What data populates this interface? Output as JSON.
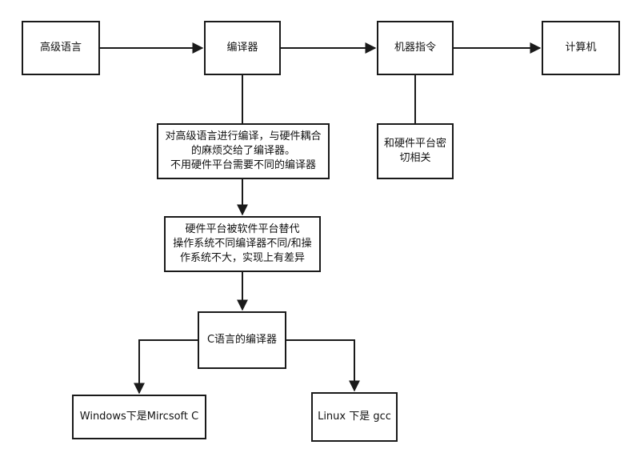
{
  "nodes": {
    "high_level": "高级语言",
    "compiler": "编译器",
    "machine_code": "机器指令",
    "computer": "计算机",
    "note_compiler": "对高级语言进行编译，与硬件耦合\n的麻烦交给了编译器。\n不用硬件平台需要不同的编译器",
    "note_hardware": "和硬件平台密\n切相关",
    "note_platform": "硬件平台被软件平台替代\n操作系统不同编译器不同/和操\n作系统不大，实现上有差异",
    "c_compiler": "C语言的编译器",
    "windows": "Windows下是Mircsoft C",
    "linux": "Linux 下是 gcc"
  },
  "colors": {
    "line": "#1a1a1a",
    "box_border": "#1a1a1a",
    "background": "#ffffff"
  }
}
